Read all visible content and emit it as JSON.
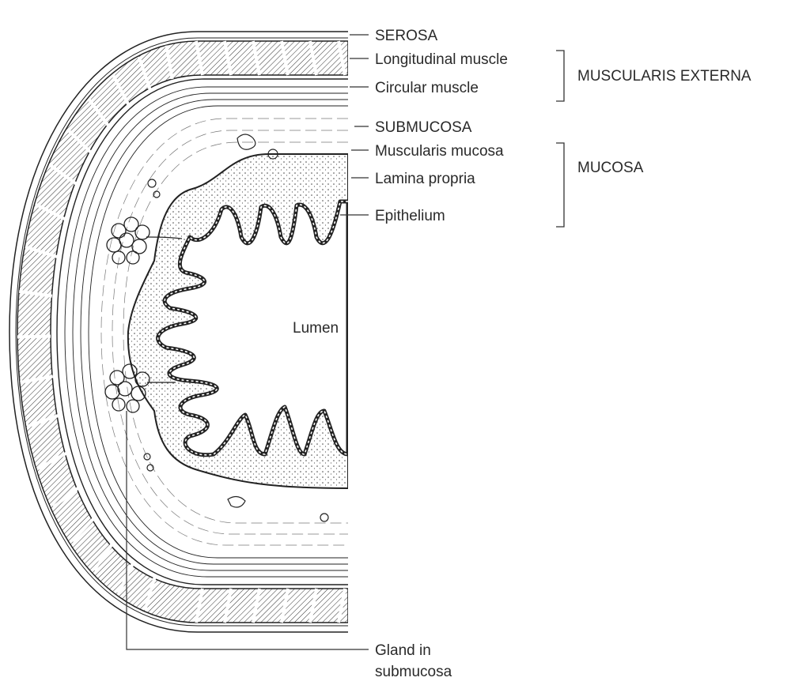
{
  "labels": {
    "serosa": "SEROSA",
    "longitudinal_muscle": "Longitudinal muscle",
    "circular_muscle": "Circular muscle",
    "submucosa": "SUBMUCOSA",
    "muscularis_mucosa": "Muscularis mucosa",
    "lamina_propria": "Lamina propria",
    "epithelium": "Epithelium",
    "lumen": "Lumen",
    "gland_line1": "Gland in",
    "gland_line2": "submucosa"
  },
  "groups": {
    "muscularis_externa": "MUSCULARIS EXTERNA",
    "mucosa": "MUCOSA"
  }
}
